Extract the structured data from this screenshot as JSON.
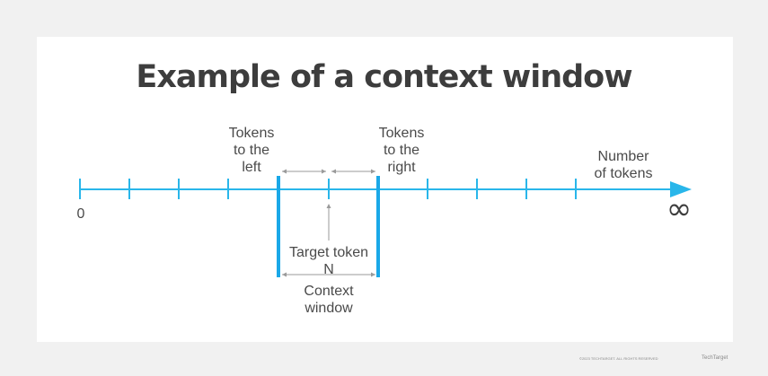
{
  "title": "Example of a context window",
  "labels": {
    "tokens_left": "Tokens\nto the\nleft",
    "tokens_right": "Tokens\nto the\nright",
    "number_of_tokens": "Number\nof tokens",
    "zero": "0",
    "infinity": "∞",
    "target_token": "Target token\nN",
    "context_window": "Context\nwindow"
  },
  "footer": {
    "copyright": "©2023 TECHTARGET. ALL RIGHTS RESERVED",
    "brand": "TechTarget"
  },
  "colors": {
    "axis": "#29b6ea",
    "window_bar": "#1aa8e8",
    "arrow_gray": "#9a9a9a",
    "text": "#444444",
    "background": "#f1f1f1",
    "panel": "#ffffff"
  }
}
